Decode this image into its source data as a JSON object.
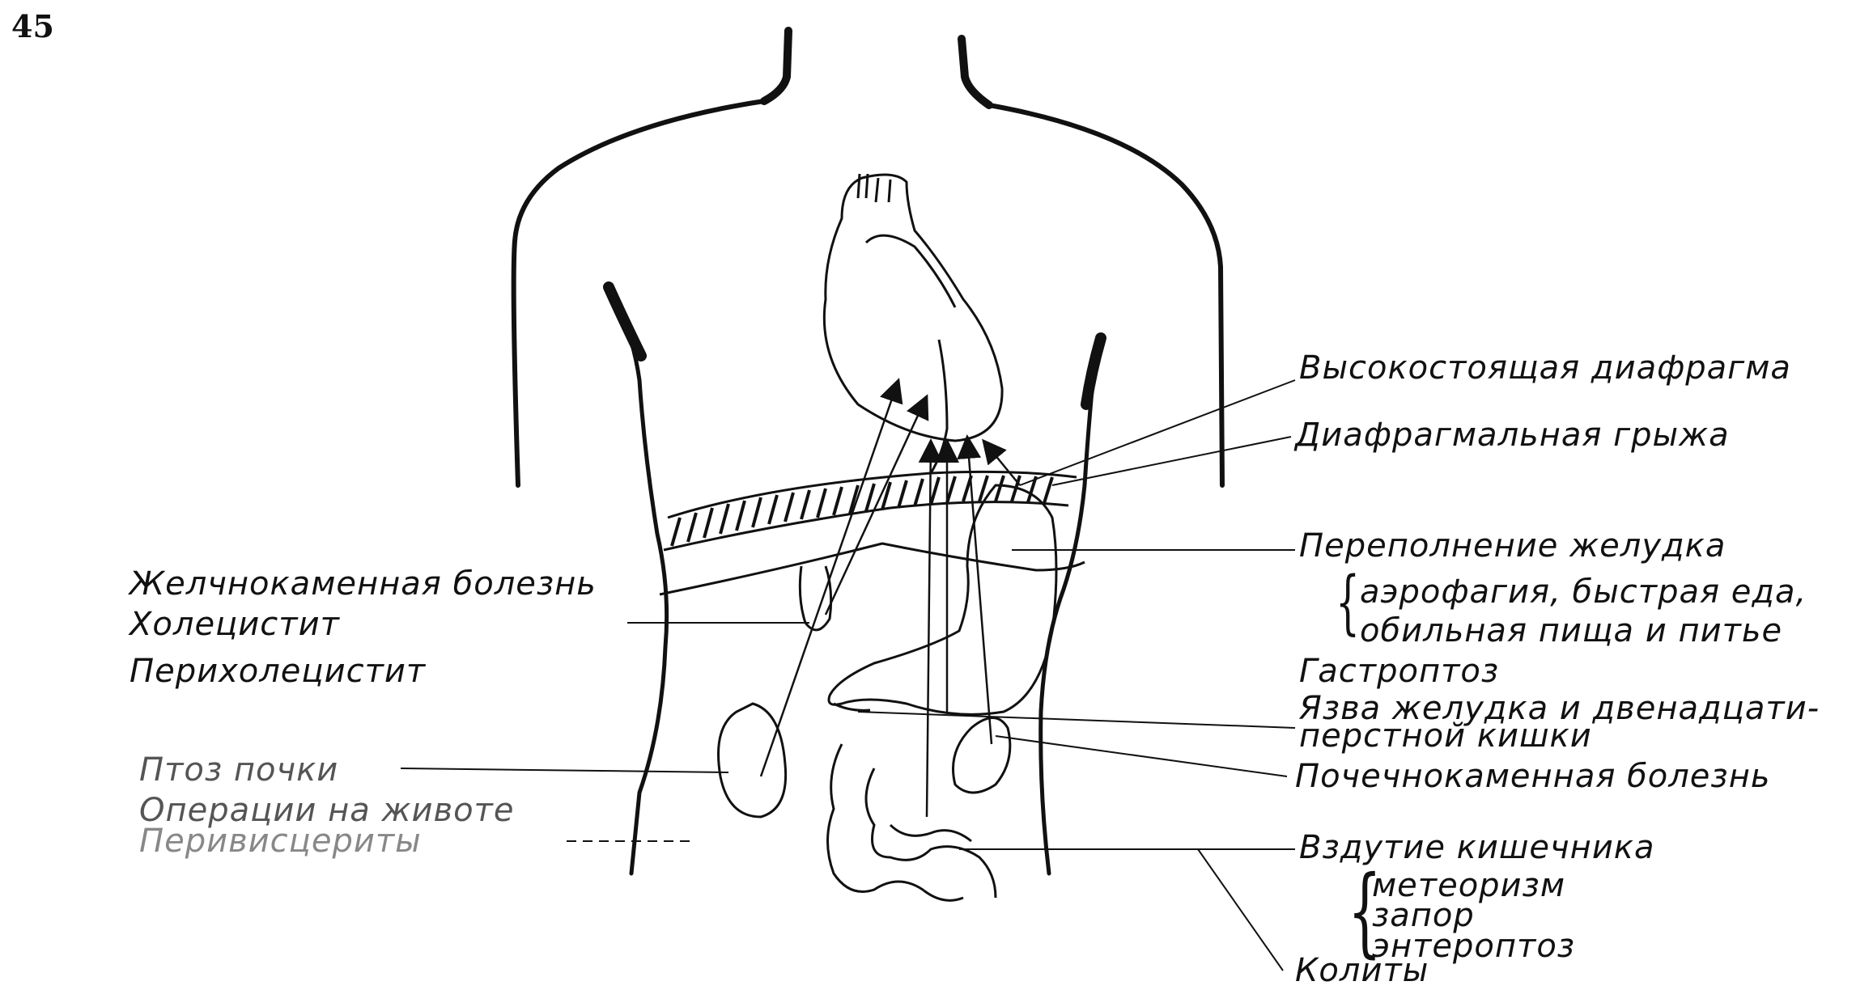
{
  "page_number": "45",
  "labels": {
    "high_diaphragm": "Высокостоящая диафрагма",
    "diaphragmatic_hernia": "Диафрагмальная грыжа",
    "stomach_overfill": "Переполнение желудка",
    "stomach_overfill_causes_1": "аэрофагия, быстрая еда,",
    "stomach_overfill_causes_2": "обильная пища и питье",
    "gastroptosis": "Гастроптоз",
    "ulcer_1": "Язва желудка и двенадцати-",
    "ulcer_2": "перстной кишки",
    "kidney_stones": "Почечнокаменная болезнь",
    "bloating": "Вздутие кишечника",
    "meteorism": "метеоризм",
    "constipation": "запор",
    "enteroptosis": "энтероптоз",
    "colitis": "Колиты",
    "gallstones": "Желчнокаменная болезнь",
    "cholecystitis": "Холецистит",
    "pericholecystitis": "Перихолецистит",
    "kidney_ptosis": "Птоз почки",
    "abdominal_surgery": "Операции на животе",
    "perivisceritis": "Перивисцериты"
  },
  "colors": {
    "ink": "#111111"
  }
}
